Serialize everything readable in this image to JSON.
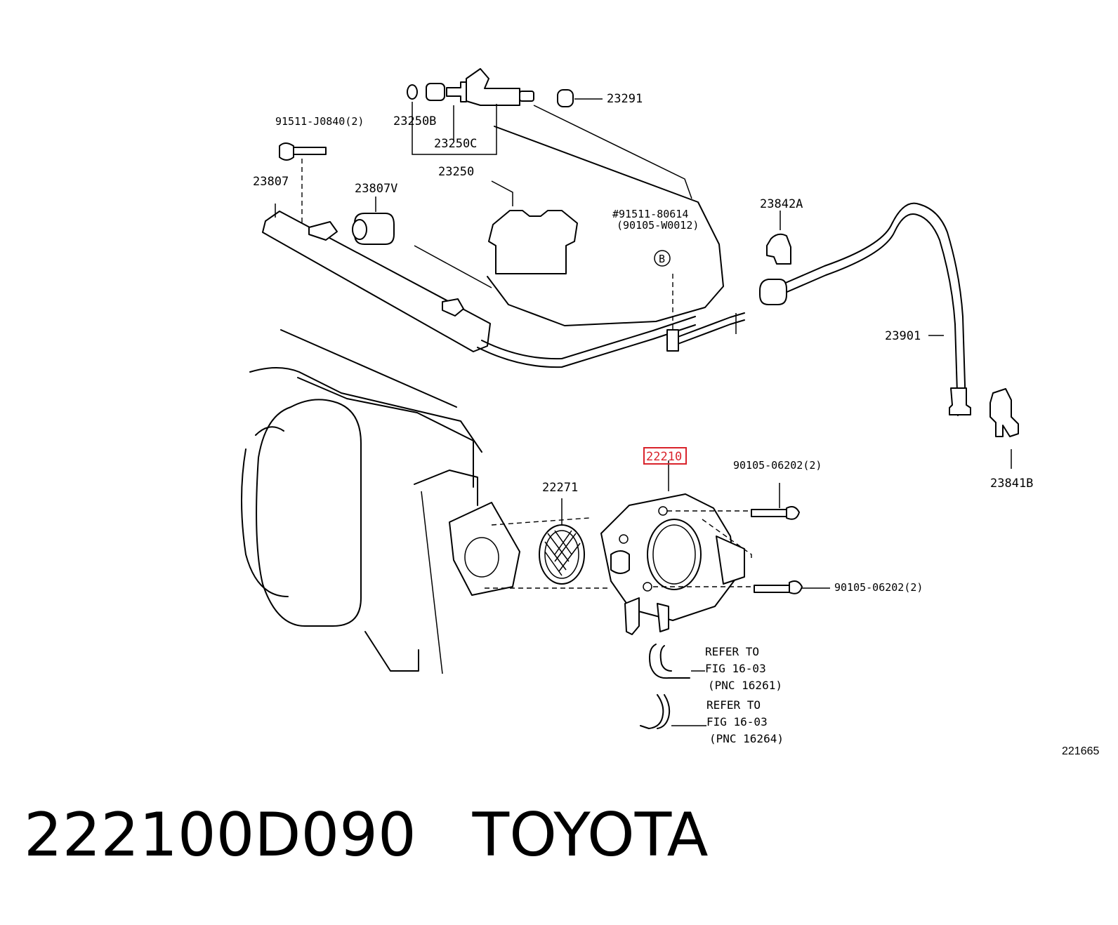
{
  "diagram": {
    "labels": {
      "l91511_j0840": "91511-J0840(2)",
      "l23250b": "23250B",
      "l23250c": "23250C",
      "l23250": "23250",
      "l23291": "23291",
      "l23807": "23807",
      "l23807v": "23807V",
      "l91511_80614": "#91511-80614",
      "l90105_w0012": "(90105-W0012)",
      "lB": "B",
      "l23842a": "23842A",
      "l23901": "23901",
      "l23841b": "23841B",
      "l22210": "22210",
      "l90105_06202_top": "90105-06202(2)",
      "l90105_06202_bot": "90105-06202(2)",
      "l22271": "22271",
      "ref1_l1": "REFER TO",
      "ref1_l2": "FIG 16-03",
      "ref1_l3": "(PNC 16261)",
      "ref2_l1": "REFER TO",
      "ref2_l2": "FIG 16-03",
      "ref2_l3": "(PNC 16264)"
    },
    "highlight_color": "#d9232b"
  },
  "image_number": "221665",
  "footer": {
    "part_number": "222100D090",
    "brand": "TOYOTA"
  }
}
